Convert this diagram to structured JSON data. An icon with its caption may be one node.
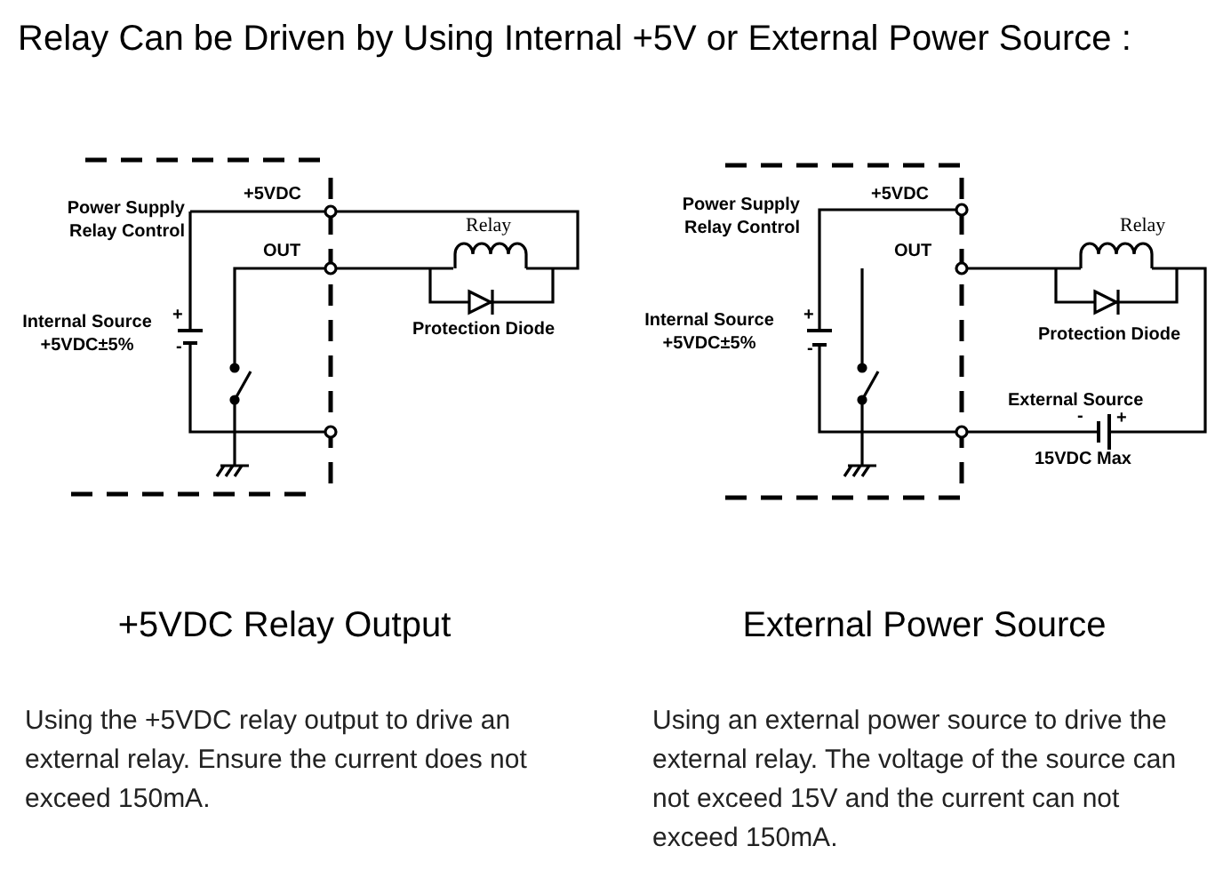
{
  "diagram": {
    "title": "Relay Can be Driven by Using Internal +5V or External Power Source :",
    "labels": [
      "+5VDC",
      "Power Supply Relay Control",
      "OUT",
      "Relay",
      "+",
      "Internal Source +5VDC±5%",
      "-",
      "Protection Diode",
      "+5VDC",
      "Power Supply Relay Control",
      "OUT",
      "Relay",
      "+",
      "Internal Source +5VDC±5%",
      "-",
      "Protection Diode",
      "External Source",
      "-",
      "+",
      "15VDC Max",
      "+5VDC Relay Output",
      "External Power Source",
      "Using the +5VDC relay output to drive an external relay. Ensure the current does not exceed 150mA.",
      "Using an external power source to drive the external relay. The voltage of the source can not exceed 15V and the current can not exceed 150mA."
    ]
  }
}
